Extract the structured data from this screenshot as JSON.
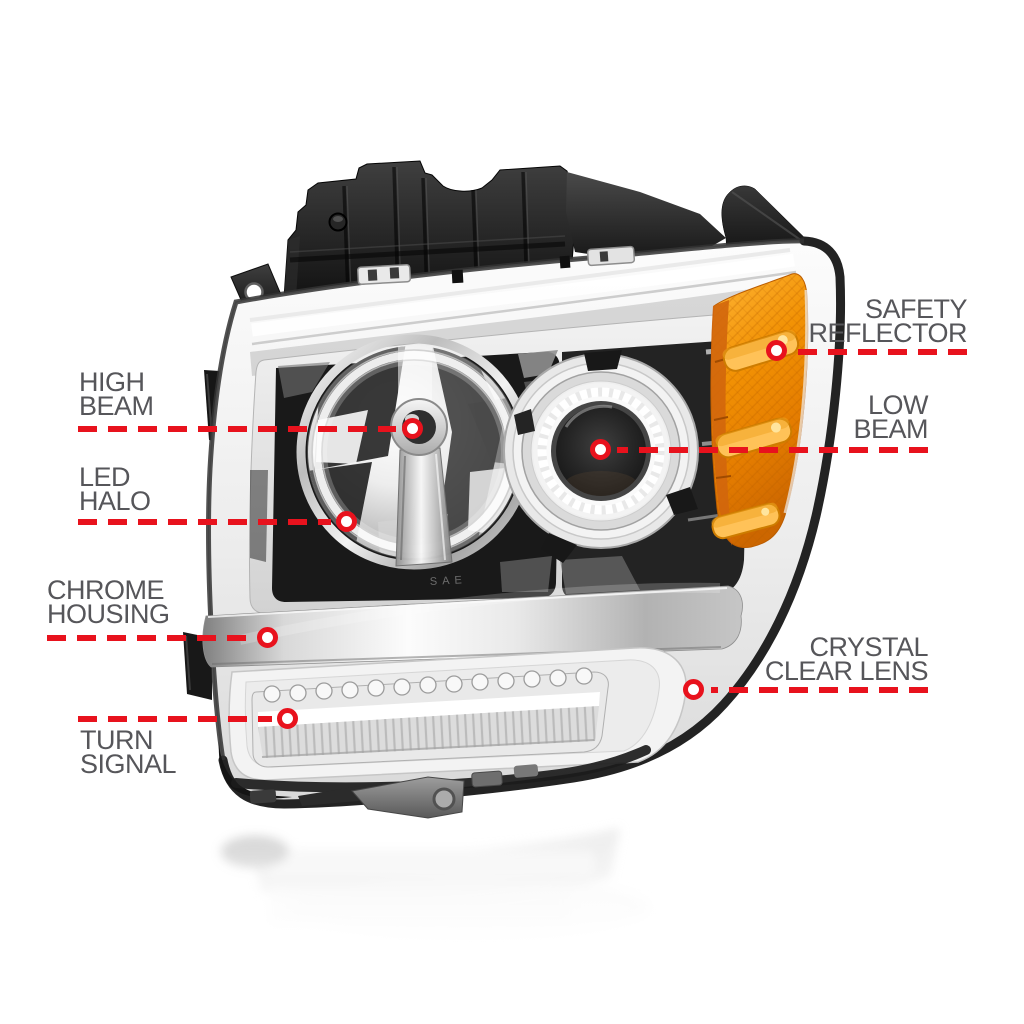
{
  "colors": {
    "accent_red": "#e8121d",
    "label_gray": "#56565a",
    "amber": "#f08c04",
    "chrome_silver": "#d9d9d9"
  },
  "product": {
    "lens_marking": "SAE"
  },
  "callouts": [
    {
      "id": "safety-reflector",
      "line1": "SAFETY",
      "line2": "REFLECTOR"
    },
    {
      "id": "high-beam",
      "line1": "HIGH",
      "line2": "BEAM"
    },
    {
      "id": "low-beam",
      "line1": "LOW",
      "line2": "BEAM"
    },
    {
      "id": "led-halo",
      "line1": "LED",
      "line2": "HALO"
    },
    {
      "id": "chrome-housing",
      "line1": "CHROME",
      "line2": "HOUSING"
    },
    {
      "id": "crystal-clear-lens",
      "line1": "CRYSTAL",
      "line2": "CLEAR LENS"
    },
    {
      "id": "turn-signal",
      "line1": "TURN",
      "line2": "SIGNAL"
    }
  ]
}
